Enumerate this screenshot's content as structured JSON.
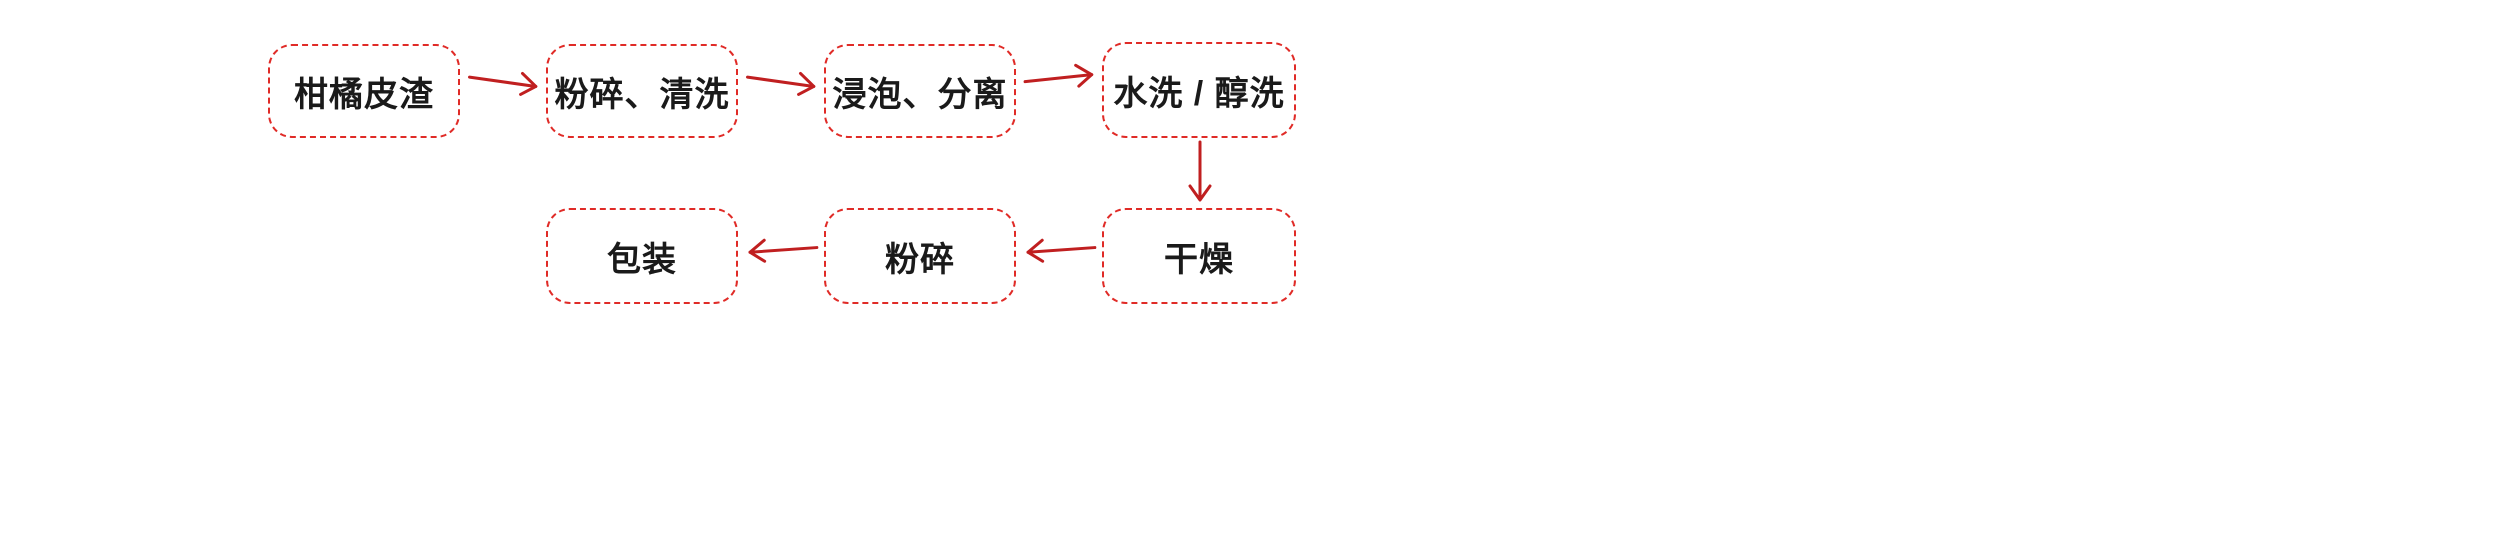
{
  "diagram": {
    "type": "flowchart",
    "nodes": [
      {
        "id": "citrus-peel-residue",
        "label": "柑橘皮渣"
      },
      {
        "id": "crush-wash",
        "label": "粉碎、清洗"
      },
      {
        "id": "soak-separate",
        "label": "浸泡、分离"
      },
      {
        "id": "water-alcohol-wash",
        "label": "水洗 / 醇洗"
      },
      {
        "id": "drying",
        "label": "干燥"
      },
      {
        "id": "crushing",
        "label": "粉碎"
      },
      {
        "id": "packaging",
        "label": "包装"
      }
    ],
    "edges": [
      {
        "from": "柑橘皮渣",
        "to": "粉碎、清洗",
        "direction": "right"
      },
      {
        "from": "粉碎、清洗",
        "to": "浸泡、分离",
        "direction": "right"
      },
      {
        "from": "浸泡、分离",
        "to": "水洗 / 醇洗",
        "direction": "right"
      },
      {
        "from": "水洗 / 醇洗",
        "to": "干燥",
        "direction": "down"
      },
      {
        "from": "干燥",
        "to": "粉碎",
        "direction": "left"
      },
      {
        "from": "粉碎",
        "to": "包装",
        "direction": "left"
      }
    ],
    "colors": {
      "box_border": "#e02b27",
      "arrow": "#c01f20",
      "text": "#1a1a1a",
      "background": "#ffffff"
    }
  }
}
